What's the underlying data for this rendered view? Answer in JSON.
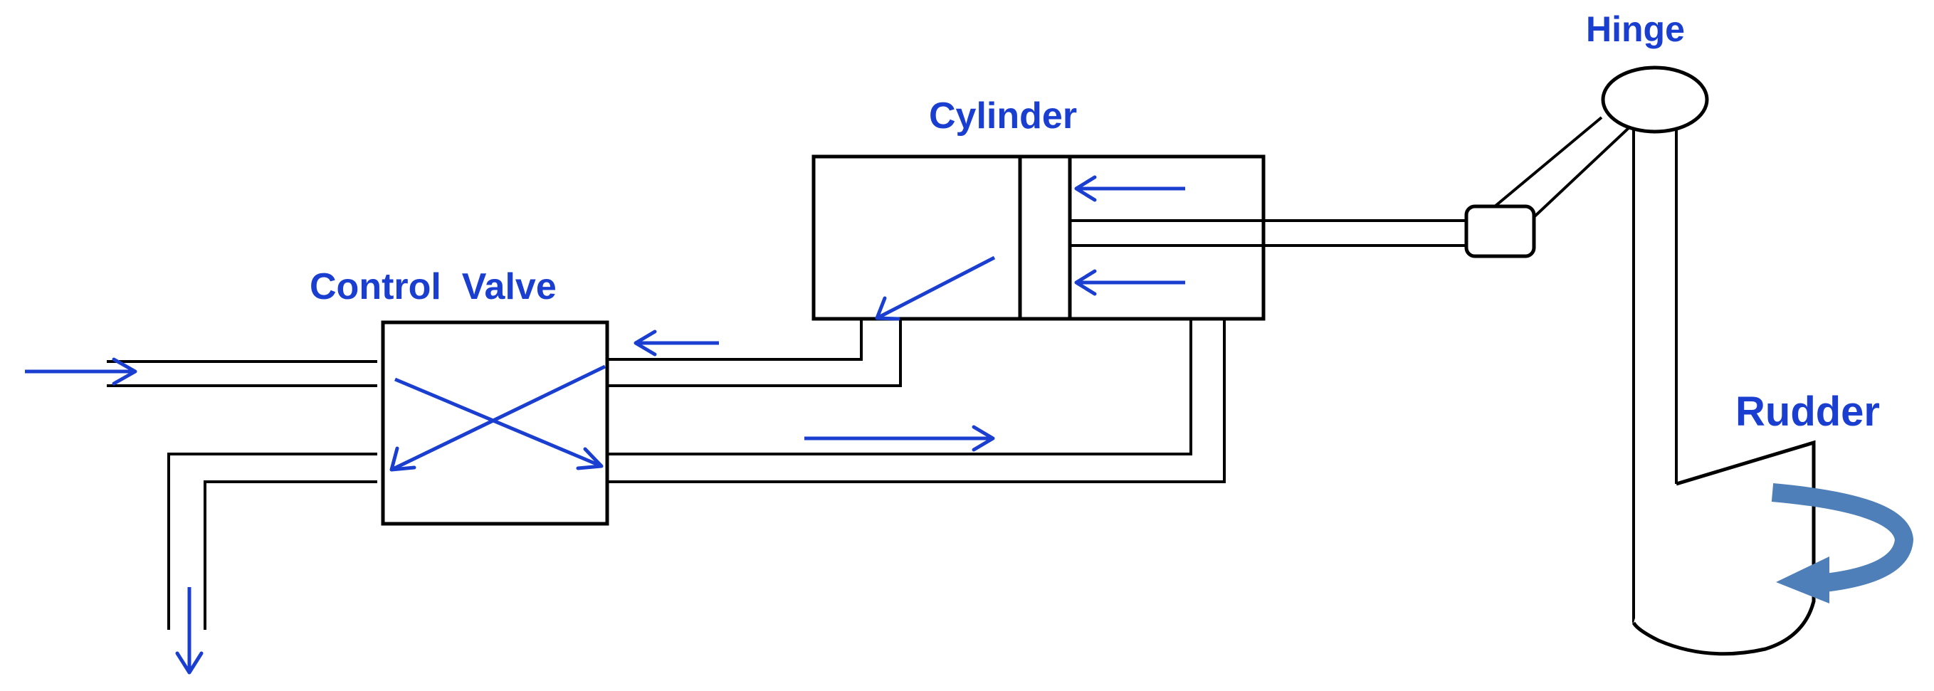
{
  "labels": {
    "control_valve": "Control  Valve",
    "cylinder": "Cylinder",
    "hinge": "Hinge",
    "rudder": "Rudder"
  },
  "colors": {
    "label_blue": "#1a3fd0",
    "flow_blue": "#1a3fd0",
    "rotation_arrow": "#4f7fb8",
    "line": "#000000"
  }
}
